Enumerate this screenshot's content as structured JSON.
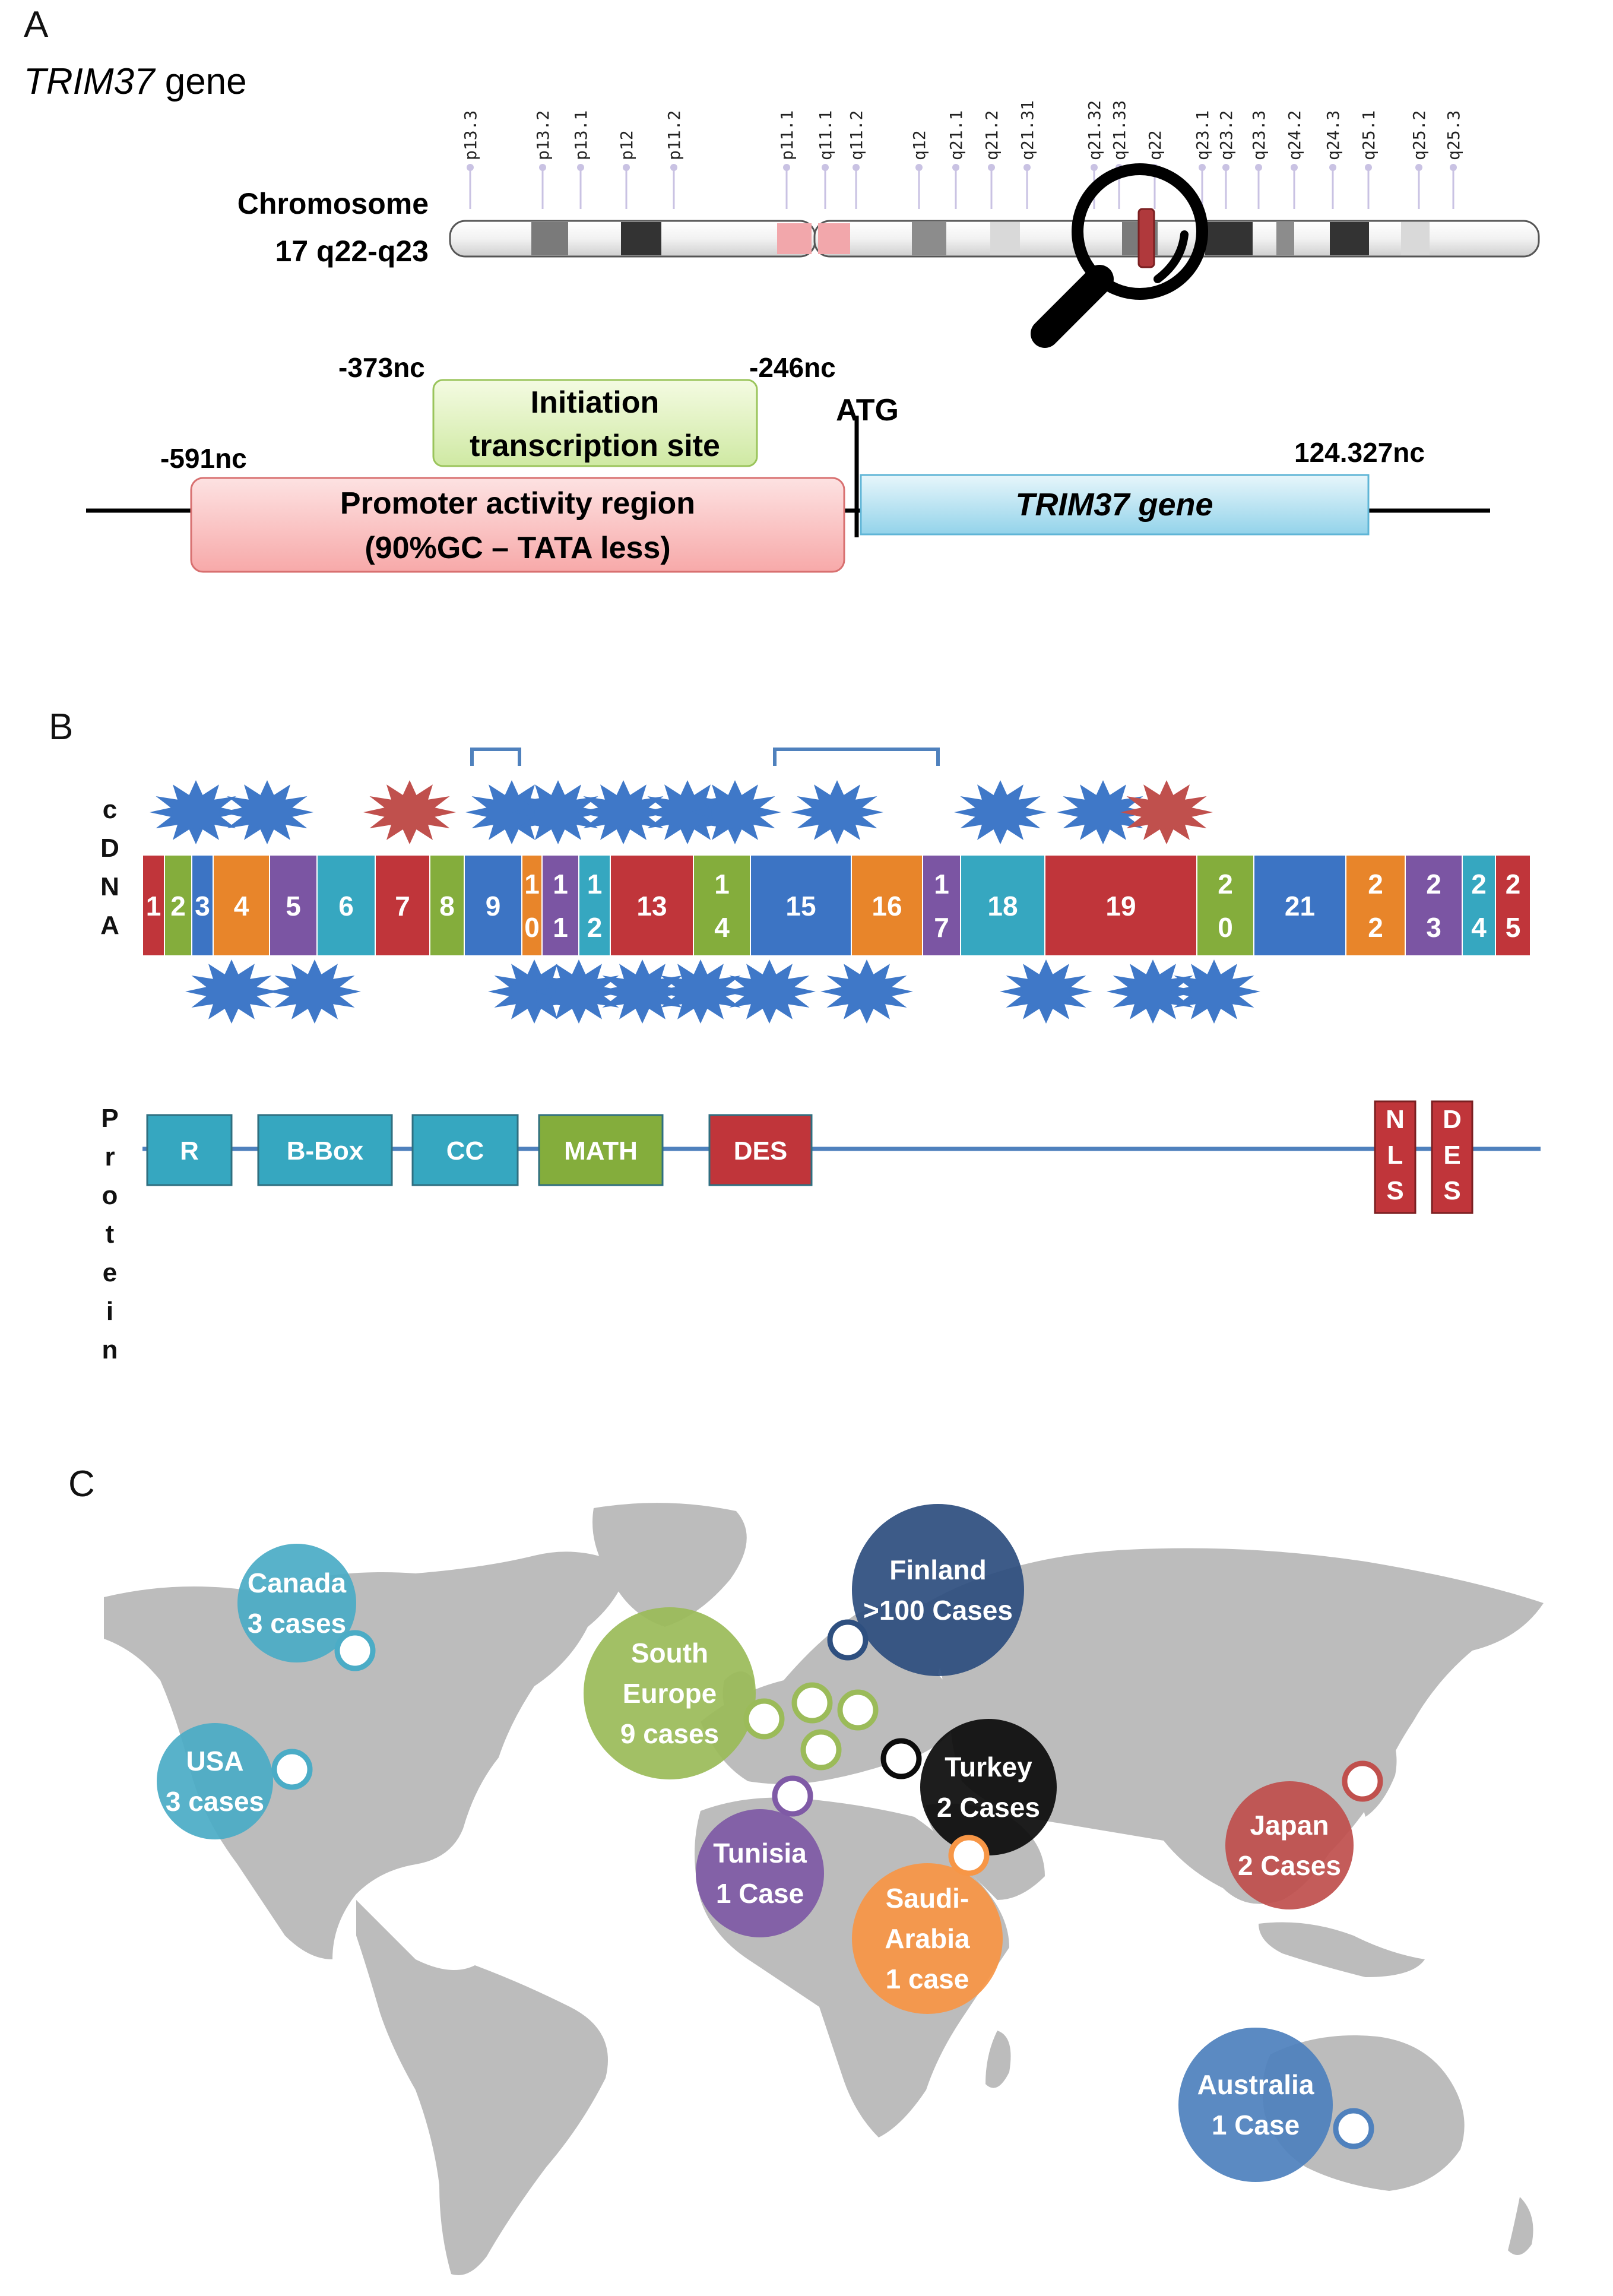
{
  "panel_a": {
    "letter": "A",
    "title_italic": "TRIM37",
    "title_rest": " gene",
    "chromosome_label_1": "Chromosome",
    "chromosome_label_2": "17 q22-q23",
    "bands": [
      "p13.3",
      "p13.2",
      "p13.1",
      "p12",
      "p11.2",
      "p11.1",
      "q11.1",
      "q11.2",
      "q12",
      "q21.1",
      "q21.2",
      "q21.31",
      "q21.32",
      "q21.33",
      "q22",
      "q23.1",
      "q23.2",
      "q23.3",
      "q24.2",
      "q24.3",
      "q25.1",
      "q25.2",
      "q25.3"
    ],
    "pos_373": "-373nc",
    "pos_246": "-246nc",
    "pos_591": "-591nc",
    "atg": "ATG",
    "pos_124": "124.327nc",
    "initiation_line1": "Initiation",
    "initiation_line2": "transcription site",
    "promoter_line1": "Promoter activity region",
    "promoter_line2": "(90%GC – TATA less)",
    "gene_box": "TRIM37 gene"
  },
  "panel_b": {
    "letter": "B",
    "cdna_label": [
      "c",
      "D",
      "N",
      "A"
    ],
    "protein_label": [
      "P",
      "r",
      "o",
      "t",
      "e",
      "i",
      "n"
    ],
    "exons": [
      {
        "top": "1",
        "bottom": "",
        "color": "#c0353a"
      },
      {
        "top": "2",
        "bottom": "",
        "color": "#84ad3c"
      },
      {
        "top": "3",
        "bottom": "",
        "color": "#3c74c4"
      },
      {
        "top": "4",
        "bottom": "",
        "color": "#e8852a"
      },
      {
        "top": "5",
        "bottom": "",
        "color": "#7b55a3"
      },
      {
        "top": "6",
        "bottom": "",
        "color": "#36a7c0"
      },
      {
        "top": "7",
        "bottom": "",
        "color": "#c0353a"
      },
      {
        "top": "8",
        "bottom": "",
        "color": "#84ad3c"
      },
      {
        "top": "9",
        "bottom": "",
        "color": "#3c74c4"
      },
      {
        "top": "1",
        "bottom": "0",
        "color": "#e8852a"
      },
      {
        "top": "1",
        "bottom": "1",
        "color": "#7b55a3"
      },
      {
        "top": "1",
        "bottom": "2",
        "color": "#36a7c0"
      },
      {
        "top": "13",
        "bottom": "",
        "color": "#c0353a"
      },
      {
        "top": "1",
        "bottom": "4",
        "color": "#84ad3c"
      },
      {
        "top": "15",
        "bottom": "",
        "color": "#3c74c4"
      },
      {
        "top": "16",
        "bottom": "",
        "color": "#e8852a"
      },
      {
        "top": "1",
        "bottom": "7",
        "color": "#7b55a3"
      },
      {
        "top": "18",
        "bottom": "",
        "color": "#36a7c0"
      },
      {
        "top": "19",
        "bottom": "",
        "color": "#c0353a"
      },
      {
        "top": "2",
        "bottom": "0",
        "color": "#84ad3c"
      },
      {
        "top": "21",
        "bottom": "",
        "color": "#3c74c4"
      },
      {
        "top": "2",
        "bottom": "2",
        "color": "#e8852a"
      },
      {
        "top": "2",
        "bottom": "3",
        "color": "#7b55a3"
      },
      {
        "top": "2",
        "bottom": "4",
        "color": "#36a7c0"
      },
      {
        "top": "2",
        "bottom": "5",
        "color": "#c0353a"
      }
    ],
    "domains": [
      {
        "label": "R",
        "color": "#36a7c0"
      },
      {
        "label": "B-Box",
        "color": "#36a7c0"
      },
      {
        "label": "CC",
        "color": "#36a7c0"
      },
      {
        "label": "MATH",
        "color": "#84ad3c"
      },
      {
        "label": "DES",
        "color": "#c0353a"
      }
    ],
    "nls": [
      "N",
      "L",
      "S"
    ],
    "des_vertical": [
      "D",
      "E",
      "S"
    ],
    "colors": {
      "mutation_blue": "#3f78c8",
      "mutation_red": "#c0504d",
      "protein_line": "#4f81bd"
    }
  },
  "panel_c": {
    "letter": "C",
    "countries": [
      {
        "line1": "Canada",
        "line2": "3 cases",
        "color": "#4bacc6"
      },
      {
        "line1": "USA",
        "line2": "3 cases",
        "color": "#4bacc6"
      },
      {
        "line1": "South",
        "line2": "Europe",
        "line3": "9 cases",
        "color": "#9bbb59"
      },
      {
        "line1": "Finland",
        "line2": ">100 Cases",
        "color": "#2e4f7f"
      },
      {
        "line1": "Turkey",
        "line2": "2 Cases",
        "color": "#0c0c0c"
      },
      {
        "line1": "Tunisia",
        "line2": "1 Case",
        "color": "#7f5aa6"
      },
      {
        "line1": "Saudi-",
        "line2": "Arabia",
        "line3": "1 case",
        "color": "#f79646"
      },
      {
        "line1": "Japan",
        "line2": "2 Cases",
        "color": "#c0504d"
      },
      {
        "line1": "Australia",
        "line2": "1 Case",
        "color": "#4f81bd"
      }
    ]
  }
}
